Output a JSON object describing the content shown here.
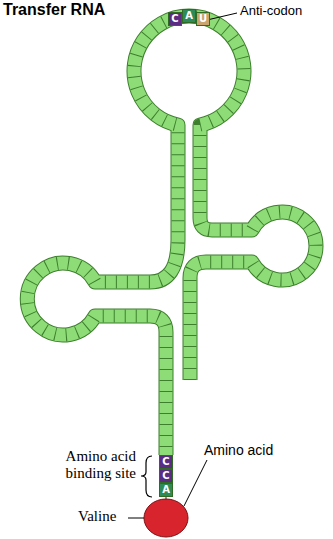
{
  "diagram": {
    "title": "Transfer RNA",
    "nodes": [
      {
        "text": [
          "C"
        ]
      },
      {
        "text": [
          "A"
        ]
      },
      {
        "text": [
          "U"
        ]
      },
      {
        "text": [
          "C"
        ]
      },
      {
        "text": [
          "C"
        ]
      },
      {
        "text": [
          "A"
        ]
      }
    ],
    "labels": [
      "Anti-codon",
      "Amino acid binding site",
      "Amino acid",
      "Valine"
    ]
  }
}
